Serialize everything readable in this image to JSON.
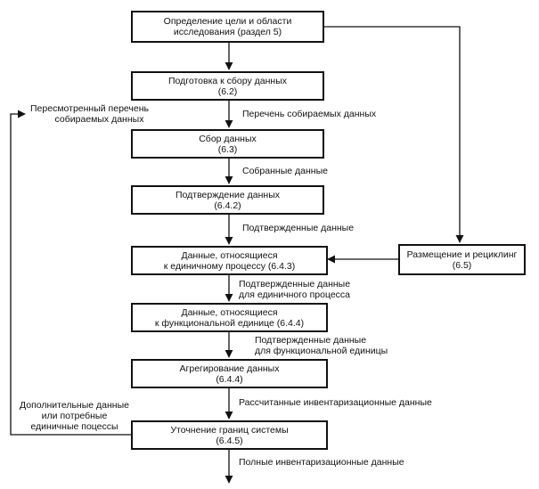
{
  "boxes": {
    "goal": {
      "line1": "Определение цели  и области",
      "line2": "исследования (раздел 5)"
    },
    "prep": {
      "line1": "Подготовка к сбору данных",
      "line2": "(6.2)"
    },
    "collect": {
      "line1": "Сбор данных",
      "line2": "(6.3)"
    },
    "validate": {
      "line1": "Подтверждение данных",
      "line2": "(6.4.2)"
    },
    "unit_process": {
      "line1": "Данные, относящиеся",
      "line2": "к единичному процессу (6.4.3)"
    },
    "functional_unit": {
      "line1": "Данные, относящиеся",
      "line2": "к функциональной единице (6.4.4)"
    },
    "aggregate": {
      "line1": "Агрегирование данных",
      "line2": "(6.4.4)"
    },
    "refine": {
      "line1": "Уточнение границ системы",
      "line2": "(6.4.5)"
    },
    "allocation": {
      "line1": "Размещение и рециклинг",
      "line2": "(6.5)"
    }
  },
  "labels": {
    "collected_list": "Перечень собираемых данных",
    "collected_data": "Собранные данные",
    "validated_data": "Подтвержденные данные",
    "validated_unit_1": "Подтвержденные данные",
    "validated_unit_2": "для единичного процесса",
    "validated_func_1": "Подтвержденные данные",
    "validated_func_2": "для функциональной единицы",
    "calculated": "Рассчитанные инвентаризационные данные",
    "complete": "Полные инвентаризационные данные",
    "revised_1": "Пересмотренный перечень",
    "revised_2": "собираемых данных",
    "additional_1": "Дополнительные данные",
    "additional_2": "или потребные",
    "additional_3": "единичные поцессы"
  }
}
